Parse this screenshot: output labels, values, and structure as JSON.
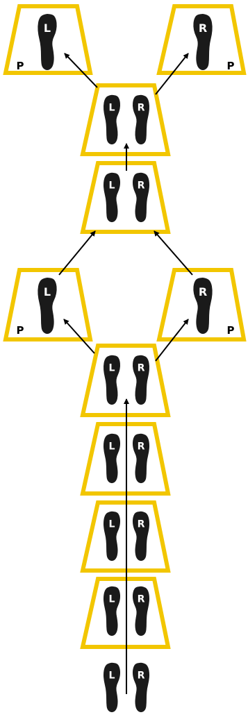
{
  "labels": {
    "left": "L",
    "right": "R",
    "pivot": "P"
  },
  "colors": {
    "frame": "#F2C600",
    "foot": "#1a1a1a",
    "arrow": "#000000",
    "letter": "#ffffff",
    "pivot_text": "#000000"
  },
  "icons": {
    "foot": "footprint-sole-icon",
    "arrow": "arrow-icon"
  }
}
